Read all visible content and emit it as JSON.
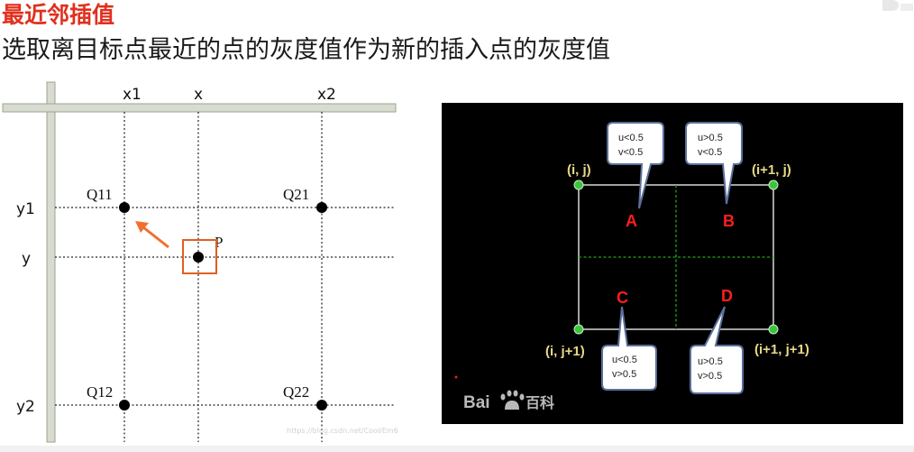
{
  "header": {
    "title": "最近邻插值",
    "subtitle": "选取离目标点最近的点的灰度值作为新的插入点的灰度值"
  },
  "left_diagram": {
    "col_labels": [
      "x1",
      "x",
      "x2"
    ],
    "row_labels": [
      "y1",
      "y",
      "y2"
    ],
    "points": {
      "q11": "Q11",
      "q21": "Q21",
      "q12": "Q12",
      "q22": "Q22",
      "p": "P"
    },
    "watermark": "https://blog.csdn.net/Cool/Em6"
  },
  "right_diagram": {
    "corner_labels": {
      "top_left": "(i, j)",
      "top_right": "(i+1, j)",
      "bottom_left": "(i, j+1)",
      "bottom_right": "(i+1, j+1)"
    },
    "region_labels": {
      "a": "A",
      "b": "B",
      "c": "C",
      "d": "D"
    },
    "callouts": {
      "a": [
        "u<0.5",
        "v<0.5"
      ],
      "b": [
        "u>0.5",
        "v<0.5"
      ],
      "c": [
        "u<0.5",
        "v>0.5"
      ],
      "d": [
        "u>0.5",
        "v>0.5"
      ]
    },
    "logo": {
      "brand": "Bai",
      "suffix": "百科"
    }
  },
  "colors": {
    "title": "#e0301e",
    "arrow": "#f07030",
    "highlight_box": "#e06020",
    "region_label": "#ff1e1e",
    "corner_dot": "#3cc43c",
    "grid_center": "#19a519",
    "corner_label": "#e8d88a"
  }
}
